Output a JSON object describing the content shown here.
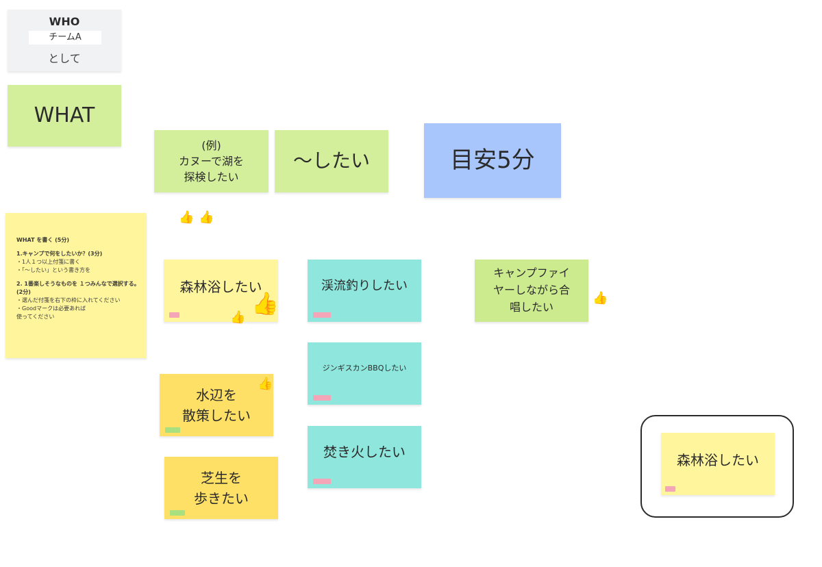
{
  "who": {
    "title": "WHO",
    "input_value": "チームA",
    "subtitle": "として"
  },
  "what_header": "WHAT",
  "example_note": "(例)\nカヌーで湖を\n探検したい",
  "template_note": "〜したい",
  "time_note": "目安5分",
  "instructions": {
    "heading": "WHAT を書く (5分)",
    "step1_title": "1.キャンプで何をしたいか？(3分)",
    "step1_lines": [
      "・1人１つ以上付箋に書く",
      "・「〜したい」という書き方を"
    ],
    "step2_title": "2. 1番楽しそうなものを １つみんなで選択する。(2分)",
    "step2_lines": [
      "・選んだ付箋を右下の枠に入れてください",
      "・Goodマークは必要あれば",
      "使ってください"
    ]
  },
  "notes": {
    "shinrinyoku": "森林浴したい",
    "keiryu": "渓流釣りしたい",
    "campfire": "キャンプファイ\nヤーしながら合\n唱したい",
    "genghis": "ジンギスカンBBQしたい",
    "mizube": "水辺を\n散策したい",
    "takibi": "焚き火したい",
    "shibafu": "芝生を\n歩きたい",
    "selected": "森林浴したい"
  },
  "thumb_glyph": "👍",
  "colors": {
    "yellow": "#fff59d",
    "gold": "#ffe066",
    "green": "#d4ef9b",
    "teal": "#8ee6dc",
    "blue": "#a8c6fb",
    "gray": "#f1f2f4",
    "tag_pink": "#f4a6b8",
    "tag_green": "#a9e07f"
  }
}
